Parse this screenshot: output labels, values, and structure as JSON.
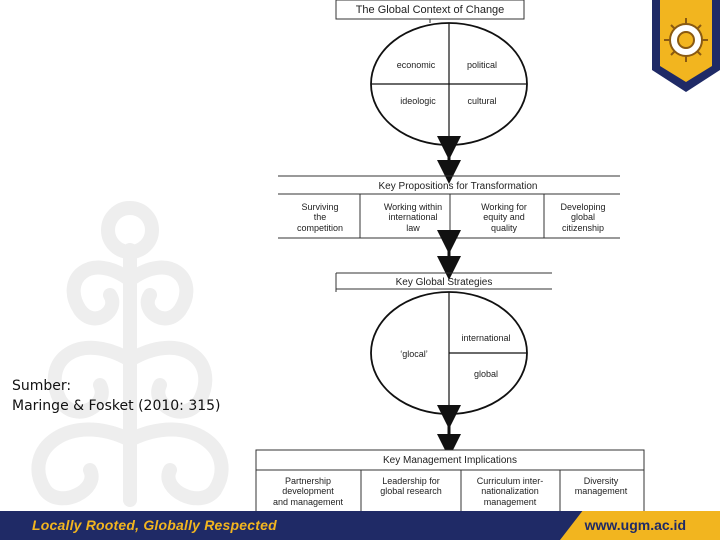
{
  "diagram": {
    "context": {
      "title": "The Global Context of Change",
      "quadrants": [
        "economic",
        "political",
        "ideologic",
        "cultural"
      ]
    },
    "propositions": {
      "title": "Key Propositions for Transformation",
      "items": [
        [
          "Surviving",
          "the",
          "competition"
        ],
        [
          "Working within",
          "international",
          "law"
        ],
        [
          "Working for",
          "equity and",
          "quality"
        ],
        [
          "Developing",
          "global",
          "citizenship"
        ]
      ]
    },
    "strategies": {
      "title": "Key Global Strategies",
      "left": "‘glocal’",
      "right_top": "international",
      "right_bottom": "global"
    },
    "management": {
      "title": "Key Management Implications",
      "items": [
        [
          "Partnership",
          "development",
          "and management"
        ],
        [
          "Leadership for",
          "global research"
        ],
        [
          "Curriculum inter-",
          "nationalization",
          "management"
        ],
        [
          "Diversity",
          "management"
        ]
      ]
    }
  },
  "source": {
    "label": "Sumber:",
    "citation": "Maringe & Fosket (2010: 315)"
  },
  "footer": {
    "tagline": "Locally Rooted, Globally Respected",
    "website": "www.ugm.ac.id"
  },
  "colors": {
    "navy": "#1f2a66",
    "gold": "#f2b51f"
  }
}
